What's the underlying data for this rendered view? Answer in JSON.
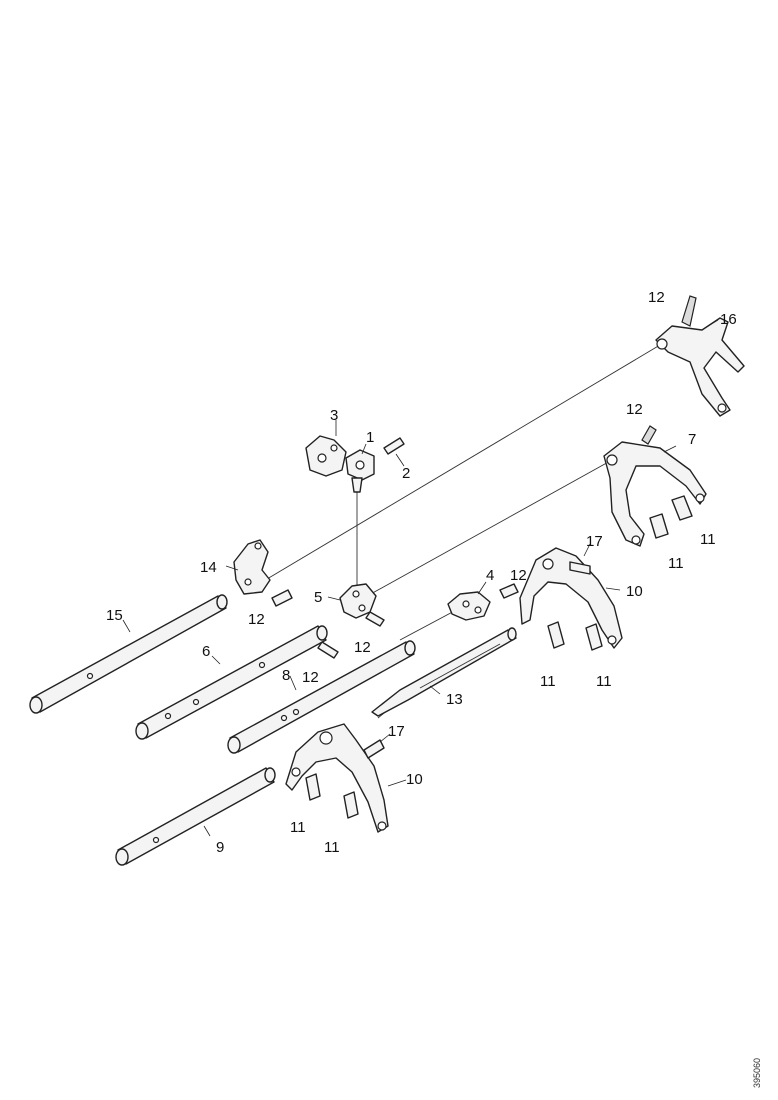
{
  "callouts": [
    {
      "id": "c1",
      "text": "1"
    },
    {
      "id": "c2",
      "text": "2"
    },
    {
      "id": "c3",
      "text": "3"
    },
    {
      "id": "c4",
      "text": "4"
    },
    {
      "id": "c5",
      "text": "5"
    },
    {
      "id": "c6",
      "text": "6"
    },
    {
      "id": "c7",
      "text": "7"
    },
    {
      "id": "c8",
      "text": "8"
    },
    {
      "id": "c9",
      "text": "9"
    },
    {
      "id": "c10a",
      "text": "10"
    },
    {
      "id": "c10b",
      "text": "10"
    },
    {
      "id": "c11a",
      "text": "11"
    },
    {
      "id": "c11b",
      "text": "11"
    },
    {
      "id": "c11c",
      "text": "11"
    },
    {
      "id": "c11d",
      "text": "11"
    },
    {
      "id": "c11e",
      "text": "11"
    },
    {
      "id": "c11f",
      "text": "11"
    },
    {
      "id": "c12a",
      "text": "12"
    },
    {
      "id": "c12b",
      "text": "12"
    },
    {
      "id": "c12c",
      "text": "12"
    },
    {
      "id": "c12d",
      "text": "12"
    },
    {
      "id": "c12e",
      "text": "12"
    },
    {
      "id": "c12f",
      "text": "12"
    },
    {
      "id": "c13",
      "text": "13"
    },
    {
      "id": "c14",
      "text": "14"
    },
    {
      "id": "c15",
      "text": "15"
    },
    {
      "id": "c16",
      "text": "16"
    },
    {
      "id": "c17a",
      "text": "17"
    },
    {
      "id": "c17b",
      "text": "17"
    }
  ],
  "reference_code": "395060"
}
